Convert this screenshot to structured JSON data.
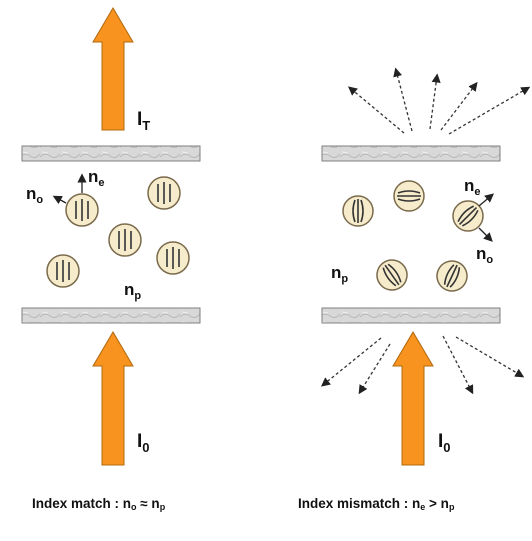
{
  "left_panel": {
    "transmitted_label": "I",
    "transmitted_sub": "T",
    "incident_label": "I",
    "incident_sub": "0",
    "no_label": "n",
    "no_sub": "o",
    "ne_label": "n",
    "ne_sub": "e",
    "np_label": "n",
    "np_sub": "p",
    "caption": {
      "text": "Index match : n",
      "sub1": "o",
      "middle": " ≈ n",
      "sub2": "p"
    }
  },
  "right_panel": {
    "incident_label": "I",
    "incident_sub": "0",
    "ne_label": "n",
    "ne_sub": "e",
    "no_label": "n",
    "no_sub": "o",
    "np_label": "n",
    "np_sub": "p",
    "caption": {
      "text": "Index mismatch : n",
      "sub1": "e",
      "middle": " > n",
      "sub2": "p"
    }
  },
  "colors": {
    "arrow_fill": "#F7931E",
    "arrow_stroke": "#B0680E",
    "droplet_fill": "#F6ECCC",
    "droplet_stroke": "#7A6A4C",
    "plate_fill": "#D9D9D9",
    "plate_stroke": "#7F7F7F"
  }
}
